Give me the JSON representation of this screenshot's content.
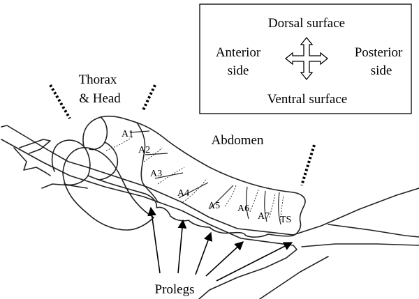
{
  "labels": {
    "thorax_head": [
      "Thorax",
      "& Head"
    ],
    "abdomen": "Abdomen",
    "prolegs": "Prolegs"
  },
  "segments": [
    "A1",
    "A2",
    "A3",
    "A4",
    "A5",
    "A6",
    "A7",
    "TS"
  ],
  "compass": {
    "top": "Dorsal surface",
    "bottom": "Ventral surface",
    "left": [
      "Anterior",
      "side"
    ],
    "right": [
      "Posterior",
      "side"
    ]
  }
}
